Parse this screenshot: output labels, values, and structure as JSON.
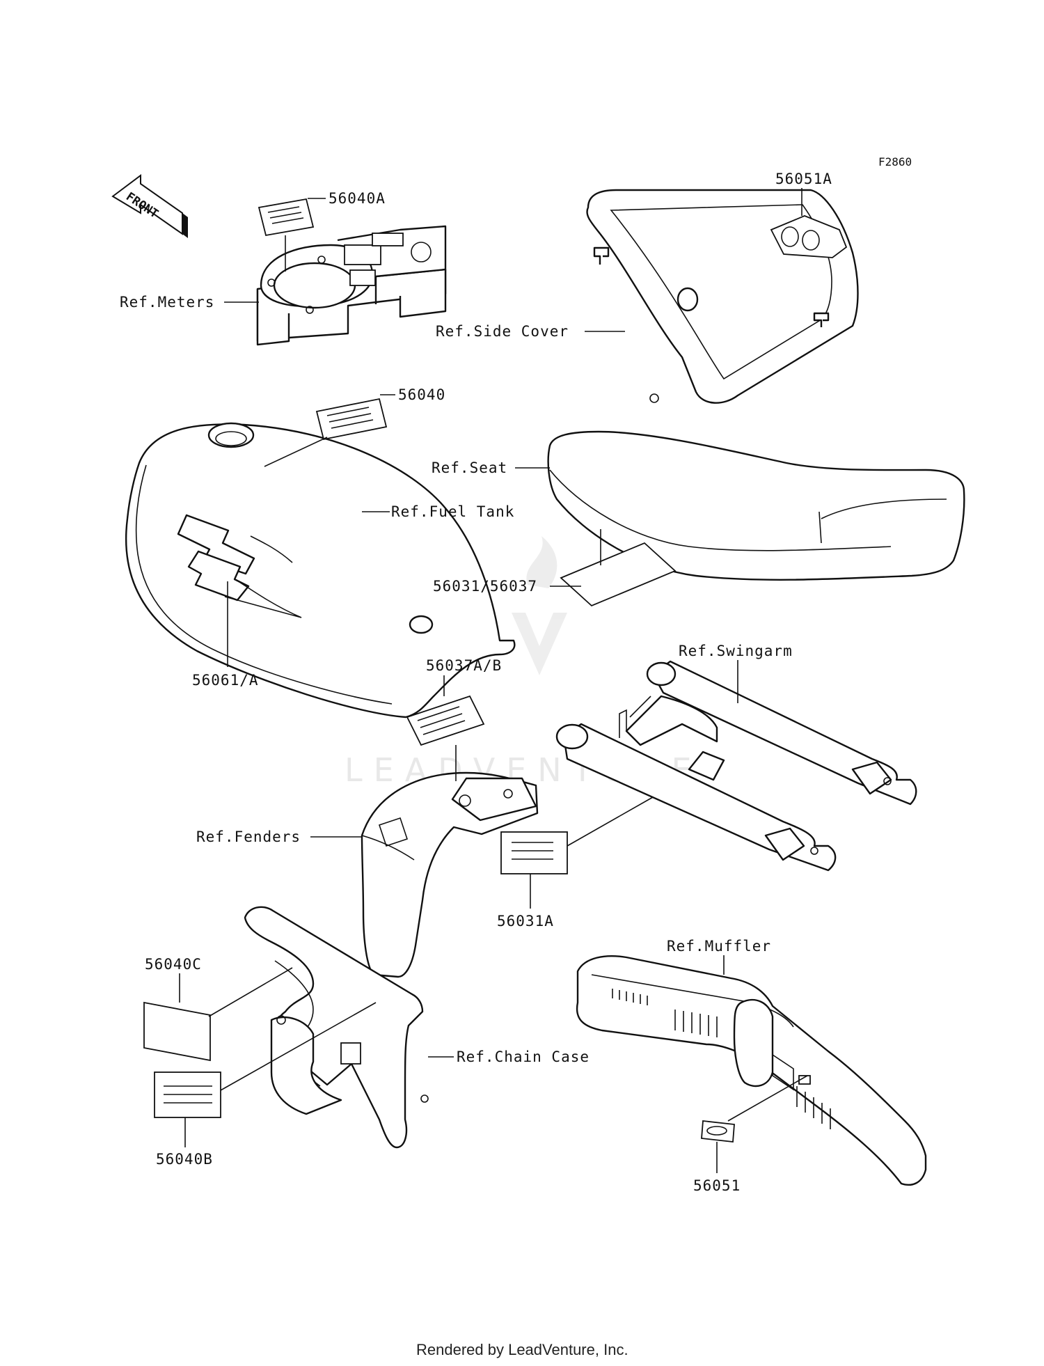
{
  "figure_code": "F2860",
  "front_arrow": {
    "text": "FRONT",
    "icon": "front-arrow-icon"
  },
  "watermark": "LEADVENTURE",
  "footer": "Rendered by LeadVenture, Inc.",
  "labels": {
    "p56040A": "56040A",
    "p56051A": "56051A",
    "ref_meters": "Ref.Meters",
    "ref_side_cover": "Ref.Side Cover",
    "p56040": "56040",
    "ref_seat": "Ref.Seat",
    "ref_fuel_tank": "Ref.Fuel Tank",
    "p56031_56037": "56031/56037",
    "p56061A": "56061/A",
    "p56037AB": "56037A/B",
    "ref_swingarm": "Ref.Swingarm",
    "ref_fenders": "Ref.Fenders",
    "p56031A": "56031A",
    "ref_muffler": "Ref.Muffler",
    "p56040C": "56040C",
    "ref_chain_case": "Ref.Chain Case",
    "p56040B": "56040B",
    "p56051": "56051"
  }
}
